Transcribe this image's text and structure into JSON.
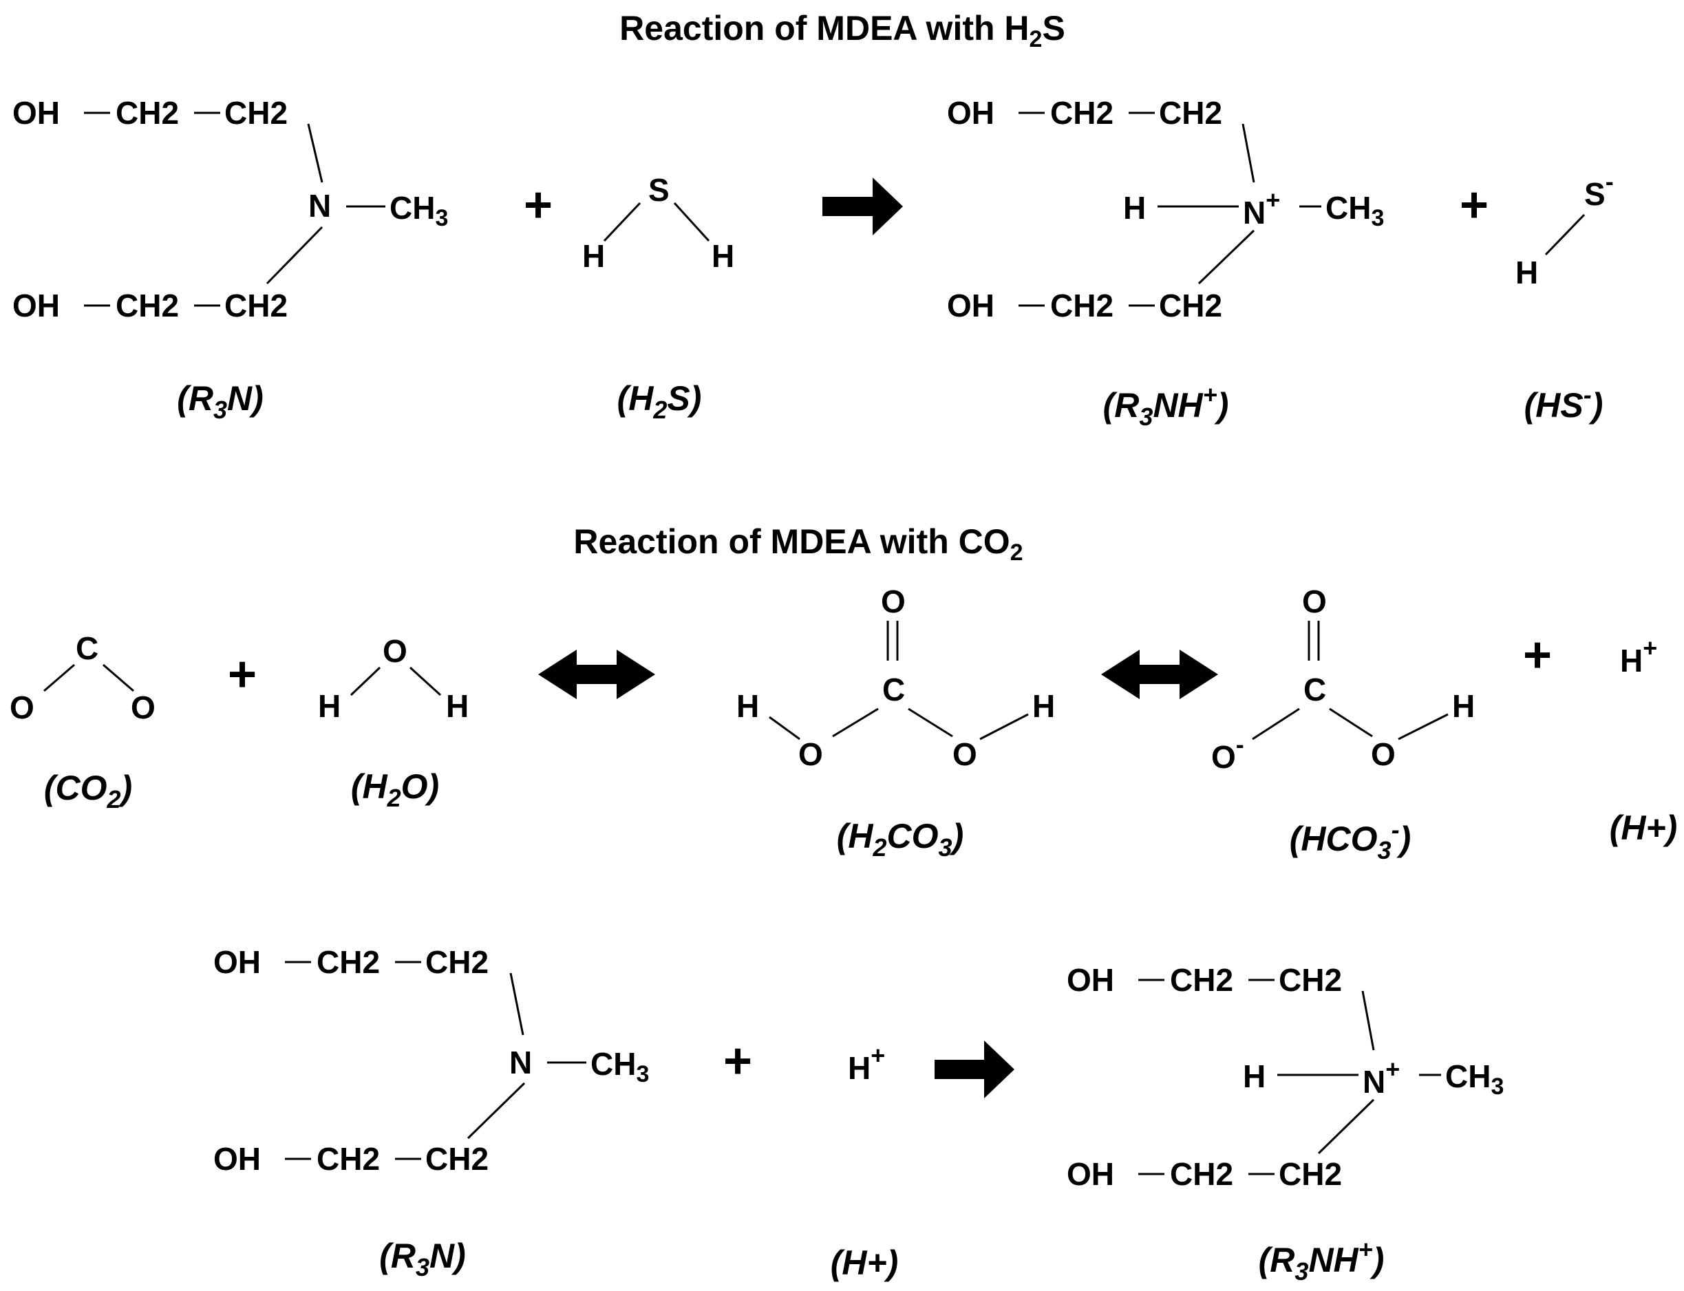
{
  "titles": {
    "h2s_title": "Reaction of MDEA with H",
    "h2s_title_sub": "2",
    "h2s_title_tail": "S",
    "co2_title": "Reaction of MDEA with CO",
    "co2_title_sub": "2"
  },
  "atoms": {
    "oh": "OH",
    "ch2": "CH2",
    "n": "N",
    "ch": "CH",
    "three": "3",
    "h": "H",
    "s": "S",
    "o": "O",
    "c": "C",
    "plus_sign": "+",
    "minus_sign": "-"
  },
  "labels": {
    "open": "(",
    "close": ")",
    "r": "R",
    "n": "N",
    "nh": "NH",
    "h": "H",
    "s": "S",
    "hs": "HS",
    "o": "O",
    "co": "CO",
    "hco": "HCO",
    "sub2": "2",
    "sub3": "3",
    "plus": "+",
    "minus": "-",
    "h_plus": "(H+)"
  },
  "operators": {
    "plus": "+"
  },
  "colors": {
    "ink": "#000000",
    "background": "#ffffff"
  }
}
